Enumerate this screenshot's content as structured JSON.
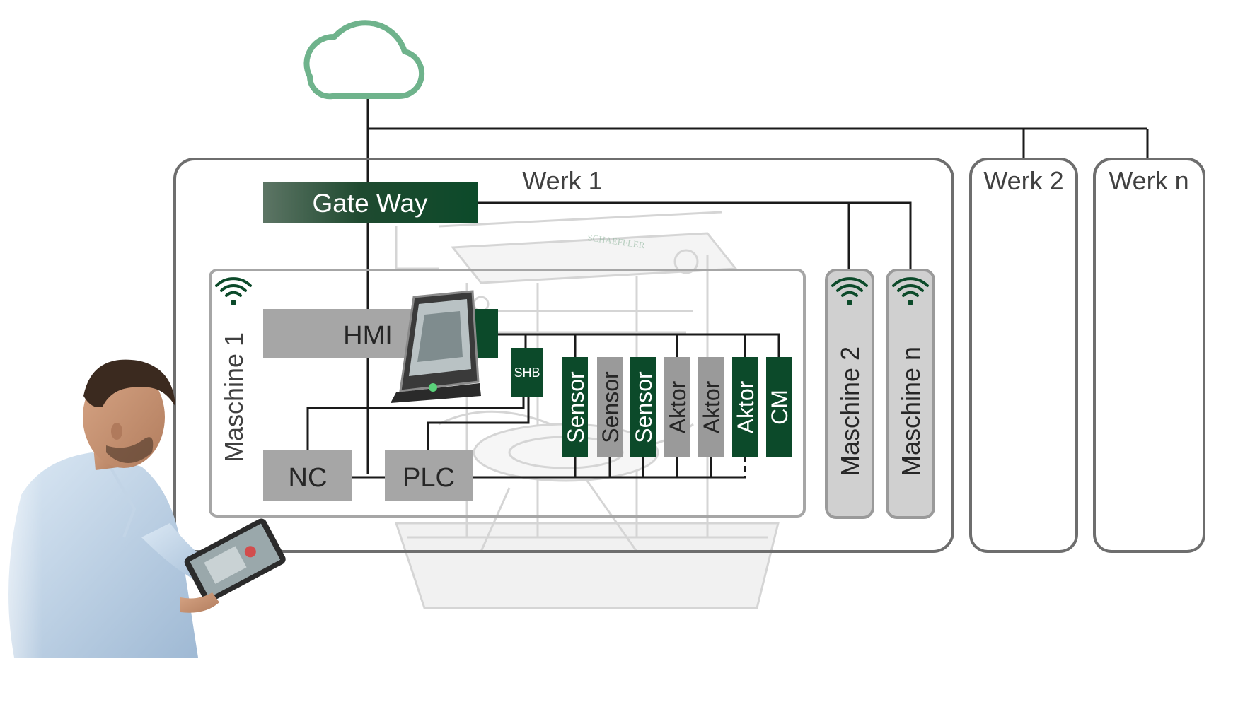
{
  "plants": {
    "werk1": "Werk 1",
    "werk2": "Werk 2",
    "werkn": "Werk n"
  },
  "gateway": {
    "label": "Gate Way"
  },
  "machines": {
    "maschine1": "Maschine 1",
    "maschine2": "Maschine 2",
    "maschinen": "Maschine n"
  },
  "components": {
    "hmi": "HMI",
    "nc": "NC",
    "plc": "PLC",
    "shb": "SHB"
  },
  "devices": [
    {
      "label": "Sensor",
      "style": "green"
    },
    {
      "label": "Sensor",
      "style": "gray"
    },
    {
      "label": "Sensor",
      "style": "green"
    },
    {
      "label": "Aktor",
      "style": "gray"
    },
    {
      "label": "Aktor",
      "style": "gray"
    },
    {
      "label": "Aktor",
      "style": "green"
    },
    {
      "label": "CM",
      "style": "green"
    }
  ],
  "colors": {
    "dark_green": "#0c4a2a",
    "cloud_green": "#6fb38c",
    "box_gray": "#a6a6a6",
    "frame_gray": "#6e6e6e",
    "device_gray": "#9a9a9a"
  },
  "icons": [
    "cloud-icon",
    "wifi-icon",
    "hmi-panel-icon",
    "machine-illustration",
    "engineer-with-tablet-illustration"
  ]
}
